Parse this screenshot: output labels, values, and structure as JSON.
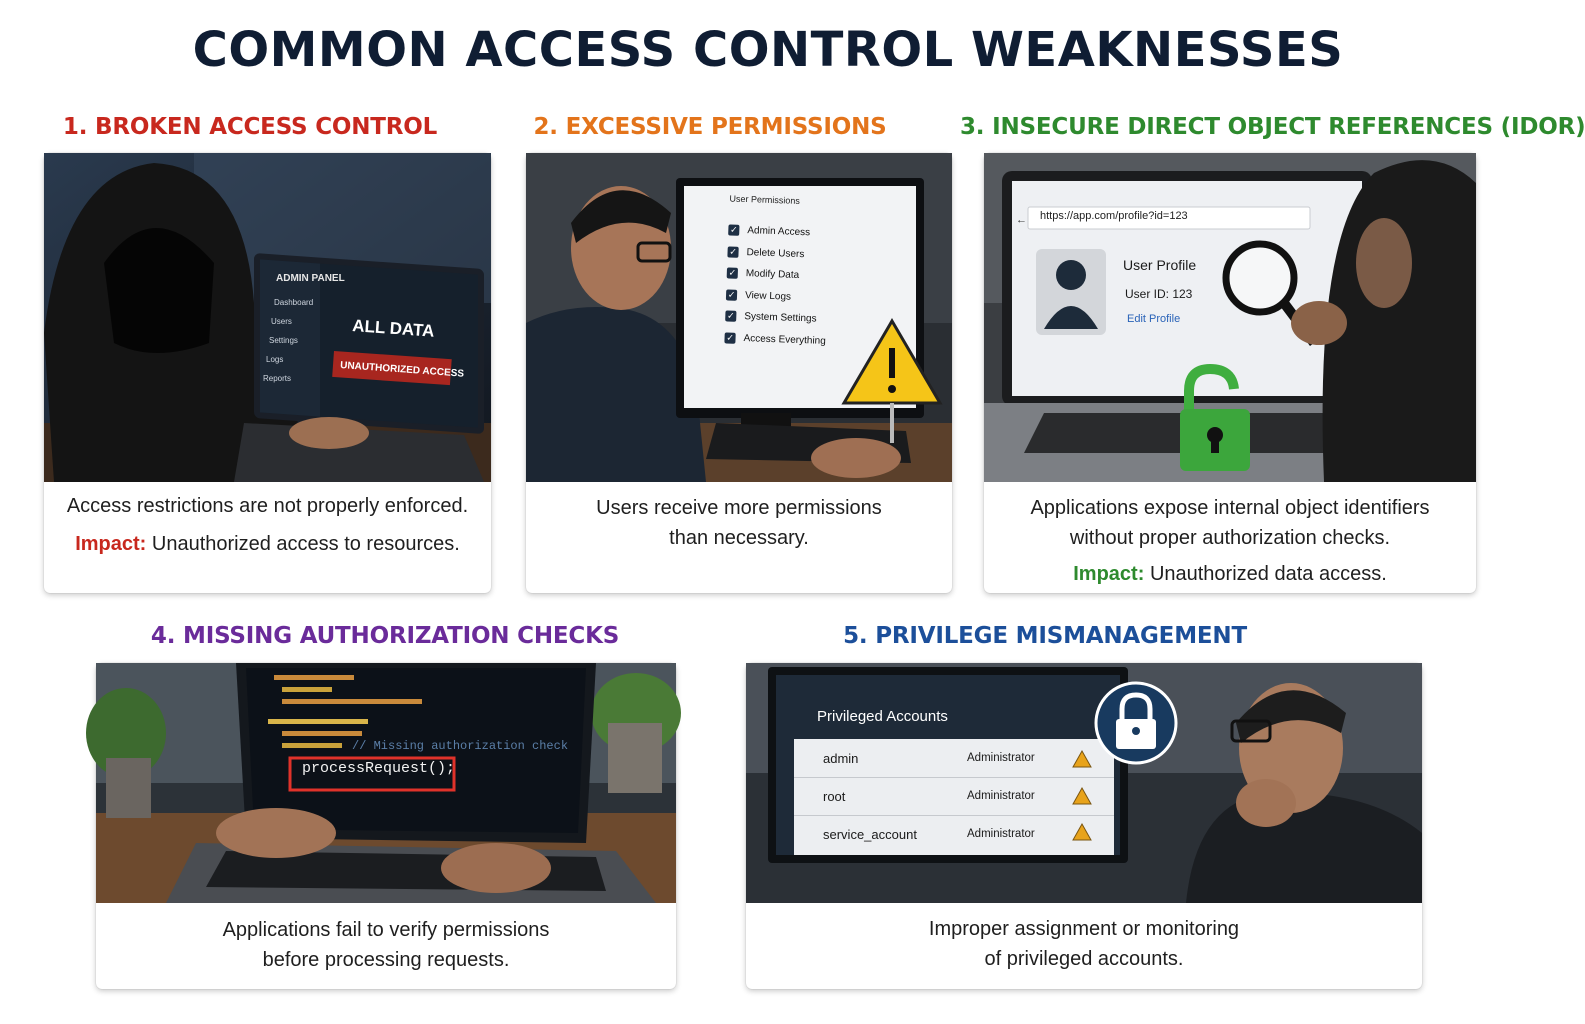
{
  "title": "COMMON ACCESS CONTROL WEAKNESSES",
  "colors": {
    "title": "#0f1d33",
    "section1": "#c8281e",
    "section2": "#e3741b",
    "section3": "#2e8a2e",
    "section4": "#6a2b9a",
    "section5": "#1c4f9a"
  },
  "sections": [
    {
      "heading": "1. BROKEN ACCESS CONTROL",
      "screen": {
        "panel_title": "ADMIN PANEL",
        "menu": [
          "Dashboard",
          "Users",
          "Settings",
          "Logs",
          "Reports"
        ],
        "headline": "ALL DATA",
        "alert": "UNAUTHORIZED ACCESS"
      },
      "description": "Access restrictions are not properly enforced.",
      "impact_label": "Impact:",
      "impact_text": "Unauthorized access to resources."
    },
    {
      "heading": "2. EXCESSIVE PERMISSIONS",
      "screen": {
        "window_title": "User Permissions",
        "checkboxes": [
          "Admin Access",
          "Delete Users",
          "Modify Data",
          "View Logs",
          "System Settings",
          "Access Everything"
        ]
      },
      "description_lines": [
        "Users receive more permissions",
        "than necessary."
      ]
    },
    {
      "heading": "3. INSECURE DIRECT OBJECT REFERENCES (IDOR)",
      "screen": {
        "url": "https://app.com/profile?id=123",
        "profile_title": "User Profile",
        "user_id": "User ID: 123",
        "edit_link": "Edit Profile"
      },
      "description_lines": [
        "Applications expose internal object identifiers",
        "without proper authorization checks."
      ],
      "impact_label": "Impact:",
      "impact_text": "Unauthorized data access."
    },
    {
      "heading": "4. MISSING AUTHORIZATION CHECKS",
      "screen": {
        "comment": "// Missing authorization check",
        "highlight_code": "processRequest();"
      },
      "description_lines": [
        "Applications fail to verify permissions",
        "before processing requests."
      ]
    },
    {
      "heading": "5. PRIVILEGE MISMANAGEMENT",
      "screen": {
        "panel_title": "Privileged Accounts",
        "accounts": [
          {
            "name": "admin",
            "role": "Administrator"
          },
          {
            "name": "root",
            "role": "Administrator"
          },
          {
            "name": "service_account",
            "role": "Administrator"
          }
        ]
      },
      "description_lines": [
        "Improper assignment or monitoring",
        "of privileged accounts."
      ]
    }
  ]
}
